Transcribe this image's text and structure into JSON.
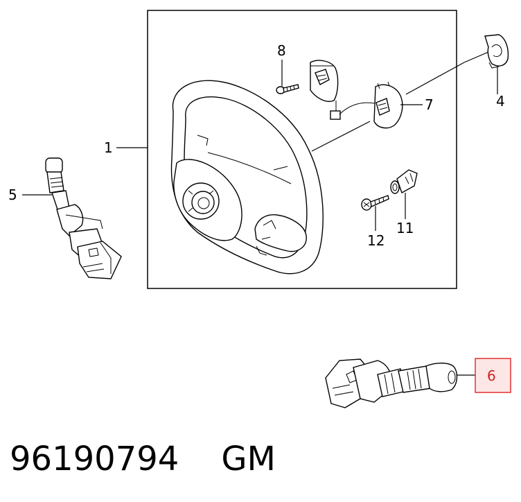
{
  "labels": {
    "l1": "1",
    "l4": "4",
    "l5": "5",
    "l6": "6",
    "l7": "7",
    "l8": "8",
    "l11": "11",
    "l12": "12"
  },
  "highlight": {
    "label": "6",
    "border_color": "#e03030",
    "fill_color": "#fde6e6"
  },
  "footer": {
    "part_number": "96190794",
    "brand": "GM"
  },
  "icons": {
    "steering_wheel": "steering-wheel-icon",
    "switch_5": "turn-signal-switch-icon",
    "switch_6": "wiper-switch-icon"
  }
}
